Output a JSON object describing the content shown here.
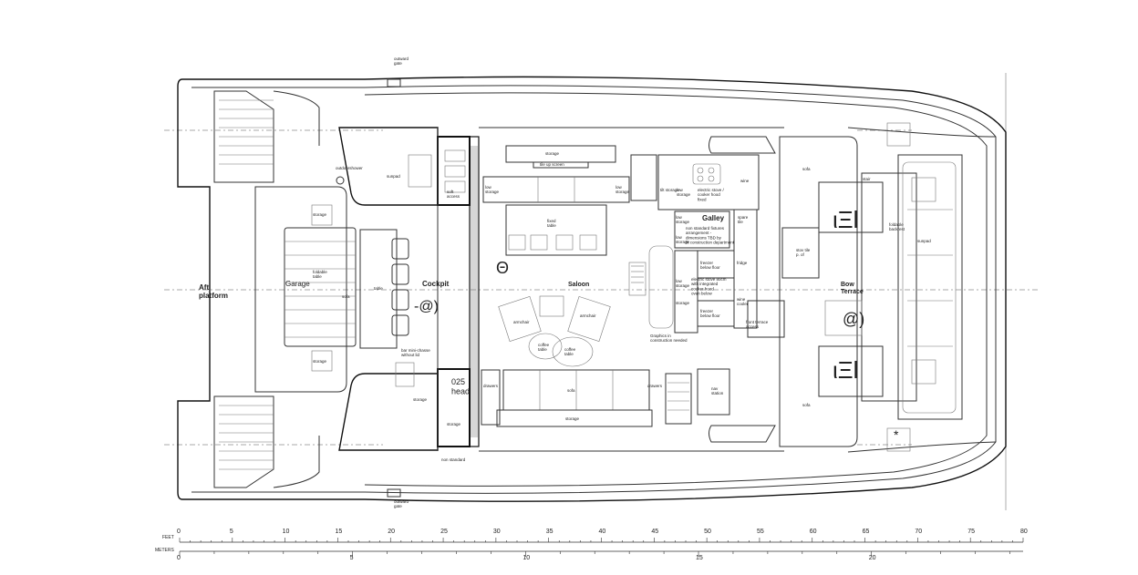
{
  "plan": {
    "zones": {
      "aft_platform": "Aft\nplatform",
      "garage": "Garage",
      "cockpit": "Cockpit",
      "saloon": "Saloon",
      "galley": "Galley",
      "bow_terrace": "Bow\nTerrace",
      "head": "025\nhead"
    },
    "labels": {
      "storage_top": "storage",
      "tile_up_screen": "tile up screen",
      "low_storage_left": "low\nstorage",
      "low_storage_mid": "low\nstorage",
      "low_storage_right": "low\nstorage",
      "tilt_storage": "tilt storage",
      "fixed_table": "fixed\ntable",
      "armchair_left": "armchair",
      "armchair_right": "armchair",
      "coffee_table_left": "coffee\ntable",
      "coffee_table_right": "coffee\ntable",
      "sofa_saloon": "sofa",
      "storage_saloon": "storage",
      "drawers_left": "drawers",
      "drawers_right": "drawers",
      "nav_station": "nav\nstation",
      "sunpad_cockpit": "sunpad",
      "sofa_cockpit": "sofa",
      "table_cockpit": "table",
      "foldable_table": "foldable\ntable",
      "outdoor_shower": "outdoorshower",
      "bar_mini_chasse": "bar mini-chasse\nwithout lid",
      "storage_head": "storage",
      "non_standard": "non standard",
      "freezer_1": "freezer\nbelow floor",
      "freezer_2": "freezer\nbelow floor",
      "wine_cooler": "wine\ncooler",
      "front_terrace_access": "front terrace\naccess",
      "sofa_bow_top": "sofa",
      "sofa_bow_bottom": "sofa",
      "sunpad_bow": "sunpad",
      "foldable_backrest": "foldable\nbackrest",
      "graphics_note": "Graphics in\nconstruction needed",
      "galley_note": "non standard fixtures\narrangement - \ndimensions TBD by\nfit construction department",
      "electric_stove": "electric stove /\ncooker hood\nfixed",
      "electric_stove_2": "electric stove 80cm\nwith integrated\ncooker hood\noven below",
      "storage_left_1": "storage",
      "storage_left_2": "storage",
      "storage_left_3": "storage",
      "storage_galley_1": "low\nstorage",
      "storage_galley_2": "low\nstorage",
      "storage_galley_3": "low\nstorage",
      "storage_galley_4": "storage",
      "spare": "spare\ntile",
      "fridge": "fridge",
      "anchor_gate": "outward\ngate",
      "anchor_gate_2": "outward\ngate",
      "wine": "wine",
      "stair": "stair",
      "soft_access": "soft\naccess",
      "stov_tile": "stov tile\np. of"
    },
    "symbols": {
      "theta": "Θ",
      "xi_top": "ιΞl",
      "xi_bottom": "ιΞl",
      "at_cockpit": "-@)",
      "at_bow": "@)",
      "asterisk": "*"
    }
  },
  "scale": {
    "feet_label": "FEET",
    "meters_label": "METERS",
    "feet_ticks": [
      "0",
      "5",
      "10",
      "15",
      "20",
      "25",
      "30",
      "35",
      "40",
      "45",
      "50",
      "55",
      "60",
      "65",
      "70",
      "75",
      "80"
    ],
    "meter_ticks": [
      "0",
      "5",
      "10",
      "15",
      "20"
    ],
    "feet_max": 80,
    "meters_max": 20
  }
}
